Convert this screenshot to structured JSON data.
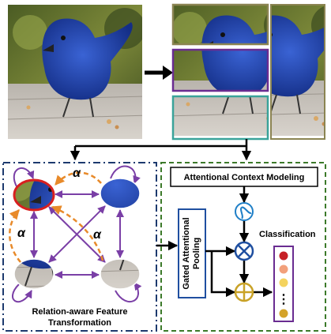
{
  "modules": {
    "relation_title_line1": "Relation-aware Feature",
    "relation_title_line2": "Transformation",
    "context_modeling": "Attentional Context Modeling",
    "gated_pooling_line1": "Gated Attentional",
    "gated_pooling_line2": "Pooling",
    "classification": "Classification"
  },
  "symbols": {
    "alpha": "α",
    "multiply": "⊗",
    "add": "⊕",
    "sigmoid": "∫",
    "dots": "⋮"
  },
  "colors": {
    "bird_blue": "#1f3fa6",
    "frame_olive": "#8b8452",
    "frame_purple": "#6a2c91",
    "frame_teal": "#3aa39a",
    "graph_purple": "#7a3fa6",
    "dashed_orange": "#e88a2a",
    "highlight_red": "#d8201f",
    "left_border_navy": "#1d3a6e",
    "right_border_green": "#3c7a2a",
    "sigmoid_blue": "#1f7fc7",
    "gate_blue": "#1f4fa0",
    "add_gold": "#c9a227",
    "class_red": "#c62026",
    "class_salmon": "#f2a07b",
    "class_yellow": "#f4d35e",
    "class_gold": "#d4a32a"
  }
}
